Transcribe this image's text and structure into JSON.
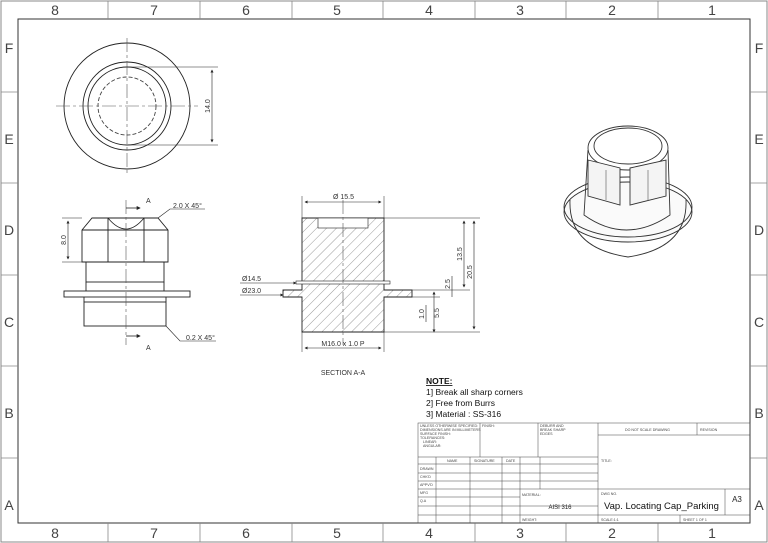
{
  "zones": {
    "cols": [
      "8",
      "7",
      "6",
      "5",
      "4",
      "3",
      "2",
      "1"
    ],
    "rows": [
      "F",
      "E",
      "D",
      "C",
      "B",
      "A"
    ]
  },
  "top_view": {
    "dim_diameter": "14.0"
  },
  "front_view": {
    "section_arrow_letter": "A",
    "chamfer_top": "2.0 X 45°",
    "chamfer_bottom": "0.2 X 45°",
    "height_label": "8.0"
  },
  "section_view": {
    "dia_top": "Ø 15.5",
    "dia_14_5": "Ø14.5",
    "dia_23": "Ø23.0",
    "dim_13_5": "13.5",
    "dim_20_5": "20.5",
    "dim_2_5": "2.5",
    "dim_1_0": "1.0",
    "dim_5_5": "5.5",
    "thread": "M16.0 x 1.0 P",
    "caption": "SECTION A-A"
  },
  "notes": {
    "heading": "NOTE:",
    "items": [
      "1] Break all sharp corners",
      "2] Free from Burrs",
      "3] Material : SS-316"
    ]
  },
  "title_block": {
    "unless": [
      "UNLESS OTHERWISE SPECIFIED:",
      "DIMENSIONS ARE IN MILLIMETERS",
      "SURFACE FINISH:",
      "TOLERANCES:",
      "LINEAR:",
      "ANGULAR:"
    ],
    "finish": "FINISH:",
    "deburr": [
      "DEBURR AND",
      "BREAK SHARP",
      "EDGES"
    ],
    "do_not_scale": "DO NOT SCALE DRAWING",
    "revision": "REVISION",
    "name_hdr": "NAME",
    "signature_hdr": "SIGNATURE",
    "date_hdr": "DATE",
    "rows": [
      "DRAWN",
      "CHK'D",
      "APPV'D",
      "MFG",
      "Q.A"
    ],
    "title_lbl": "TITLE:",
    "material_lbl": "MATERIAL:",
    "material_val": "AISI 316",
    "weight_lbl": "WEIGHT:",
    "dwg_no_lbl": "DWG NO.",
    "dwg_title": "Vap. Locating Cap_Parking",
    "size": "A3",
    "scale": "SCALE:1:1",
    "sheet": "SHEET 1 OF 1"
  }
}
